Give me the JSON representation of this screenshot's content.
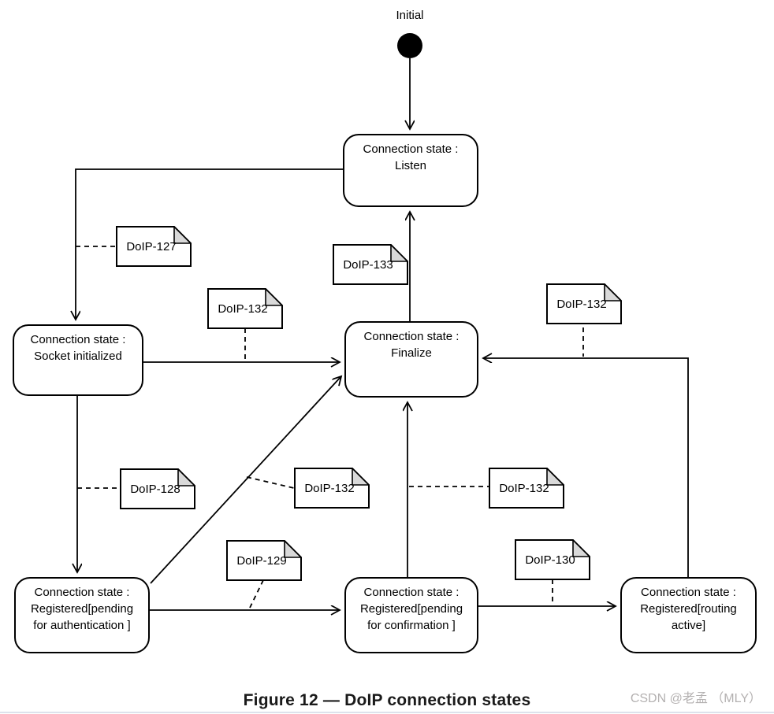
{
  "diagram": {
    "initial_label": "Initial",
    "caption": "Figure 12 — DoIP connection states",
    "watermark": "CSDN @老孟 （MLY）"
  },
  "states": [
    {
      "name": "listen",
      "label": "Connection state :\nListen"
    },
    {
      "name": "socket-initialized",
      "label": "Connection state :\nSocket initialized"
    },
    {
      "name": "finalize",
      "label": "Connection state :\nFinalize"
    },
    {
      "name": "registered-pending-authentication",
      "label": "Connection state :\nRegistered[pending\nfor authentication ]"
    },
    {
      "name": "registered-pending-confirmation",
      "label": "Connection state :\nRegistered[pending\nfor confirmation ]"
    },
    {
      "name": "registered-routing-active",
      "label": "Connection state :\nRegistered[routing\nactive]"
    }
  ],
  "notes": [
    {
      "name": "doip-127",
      "label": "DoIP-127"
    },
    {
      "name": "doip-132-upper-left",
      "label": "DoIP-132"
    },
    {
      "name": "doip-133",
      "label": "DoIP-133"
    },
    {
      "name": "doip-132-upper-right",
      "label": "DoIP-132"
    },
    {
      "name": "doip-128",
      "label": "DoIP-128"
    },
    {
      "name": "doip-132-middle",
      "label": "DoIP-132"
    },
    {
      "name": "doip-132-right",
      "label": "DoIP-132"
    },
    {
      "name": "doip-129",
      "label": "DoIP-129"
    },
    {
      "name": "doip-130",
      "label": "DoIP-130"
    }
  ],
  "colors": {
    "stroke": "#000000",
    "state_fill": "#ffffff",
    "note_fold": "#d9d9d9",
    "watermark": "#b4b1b1",
    "background": "#ffffff"
  }
}
